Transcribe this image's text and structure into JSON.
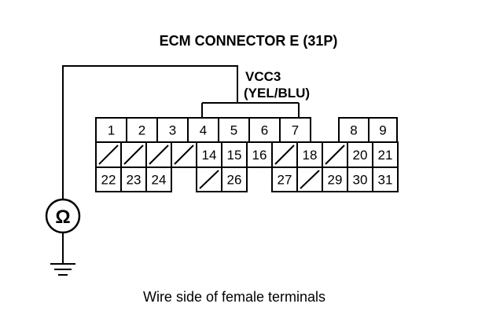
{
  "title": "ECM CONNECTOR E (31P)",
  "signal": {
    "name": "VCC3",
    "wire_color": "(YEL/BLU)"
  },
  "meter": {
    "symbol": "Ω",
    "meaning": "ohmmeter",
    "ground": "ground-symbol"
  },
  "caption": "Wire side of female terminals",
  "connector": {
    "row1": [
      {
        "pin": "1"
      },
      {
        "pin": "2"
      },
      {
        "pin": "3"
      },
      {
        "pin": "4"
      },
      {
        "pin": "5"
      },
      {
        "pin": "6"
      },
      {
        "pin": "7"
      },
      {
        "gap": true
      },
      {
        "pin": "8"
      },
      {
        "pin": "9"
      }
    ],
    "row2": [
      {
        "empty": true
      },
      {
        "empty": true
      },
      {
        "empty": true
      },
      {
        "empty": true
      },
      {
        "pin": "14"
      },
      {
        "pin": "15"
      },
      {
        "pin": "16"
      },
      {
        "empty": true
      },
      {
        "pin": "18"
      },
      {
        "empty": true
      },
      {
        "pin": "20"
      },
      {
        "pin": "21"
      }
    ],
    "row3": [
      {
        "pin": "22"
      },
      {
        "pin": "23"
      },
      {
        "pin": "24"
      },
      {
        "gap": true
      },
      {
        "empty": true
      },
      {
        "pin": "26"
      },
      {
        "gap": true
      },
      {
        "pin": "27"
      },
      {
        "empty": true
      },
      {
        "pin": "29"
      },
      {
        "pin": "30"
      },
      {
        "pin": "31"
      }
    ],
    "probed_pins": [
      "4",
      "5",
      "7"
    ]
  }
}
